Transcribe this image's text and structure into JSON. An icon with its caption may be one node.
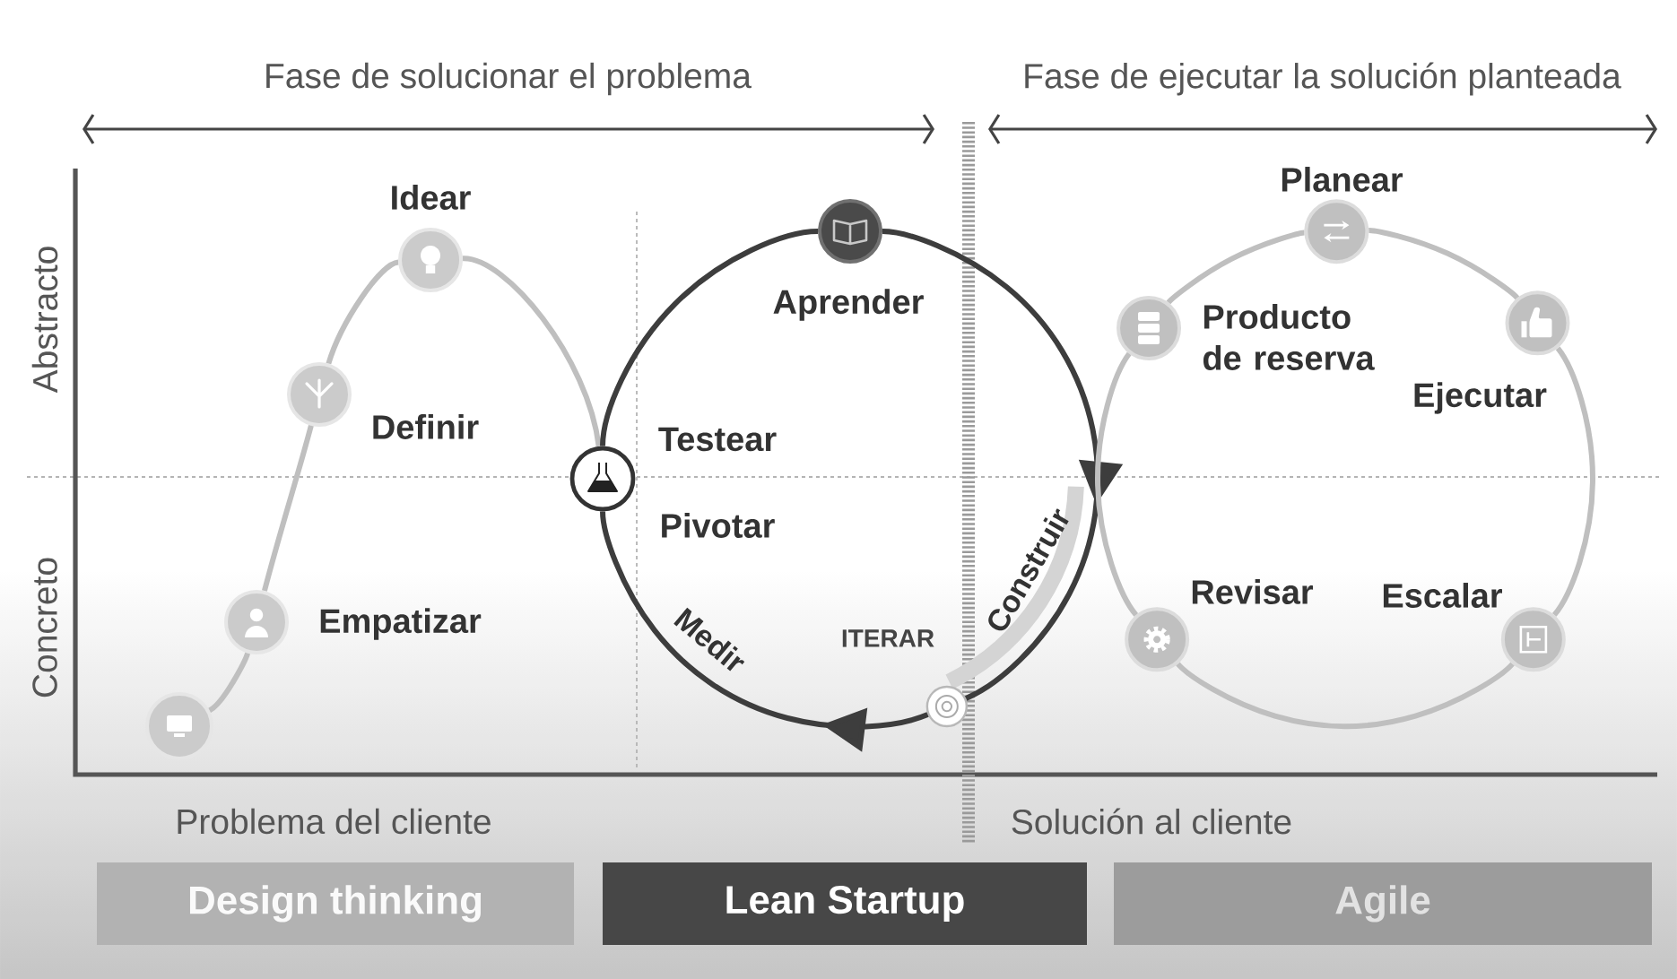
{
  "diagram": {
    "nodes": [
      {
        "text": [],
        "shape": "circle"
      },
      {
        "text": [
          "Empatizar"
        ]
      },
      {
        "text": [
          "Definir"
        ]
      },
      {
        "text": [
          "Idear"
        ]
      },
      {
        "text": [
          "Testear",
          "Pivotar"
        ]
      },
      {
        "text": [
          "Aprender"
        ]
      },
      {
        "text": [
          "ITERAR"
        ]
      },
      {
        "text": [
          "Planear"
        ]
      },
      {
        "text": [
          "Producto de reserva"
        ]
      },
      {
        "text": [
          "Ejecutar"
        ]
      },
      {
        "text": [
          "Escalar"
        ]
      },
      {
        "text": [
          "Revisar"
        ]
      },
      {
        "text": [
          "Design thinking"
        ]
      },
      {
        "text": [
          "Lean Startup"
        ]
      },
      {
        "text": [
          "Agile"
        ]
      }
    ],
    "edges": [
      {
        "from": 0,
        "to": 1,
        "arrow": "none"
      },
      {
        "from": 1,
        "to": 2,
        "arrow": "none"
      },
      {
        "from": 2,
        "to": 3,
        "arrow": "none"
      },
      {
        "from": 3,
        "to": 4,
        "arrow": "none"
      },
      {
        "from": 4,
        "to": 5,
        "arrow": "none",
        "color": "#3d3d3d"
      },
      {
        "from": 5,
        "to": 6,
        "arrow": "to",
        "label": "Construir",
        "color": "#3d3d3d"
      },
      {
        "from": 6,
        "to": 4,
        "arrow": "to",
        "label": "Medir",
        "color": "#3d3d3d"
      },
      {
        "from": 7,
        "to": 9,
        "arrow": "none"
      },
      {
        "from": 9,
        "to": 10,
        "arrow": "none"
      },
      {
        "from": 10,
        "to": 11,
        "arrow": "none"
      },
      {
        "from": 11,
        "to": 8,
        "arrow": "none"
      },
      {
        "from": 8,
        "to": 7,
        "arrow": "none"
      }
    ],
    "labels": [
      "Fase de solucionar el problema",
      "Fase de ejecutar la solución planteada",
      "Abstracto",
      "Concreto",
      "Problema del cliente",
      "Solución al cliente"
    ]
  }
}
